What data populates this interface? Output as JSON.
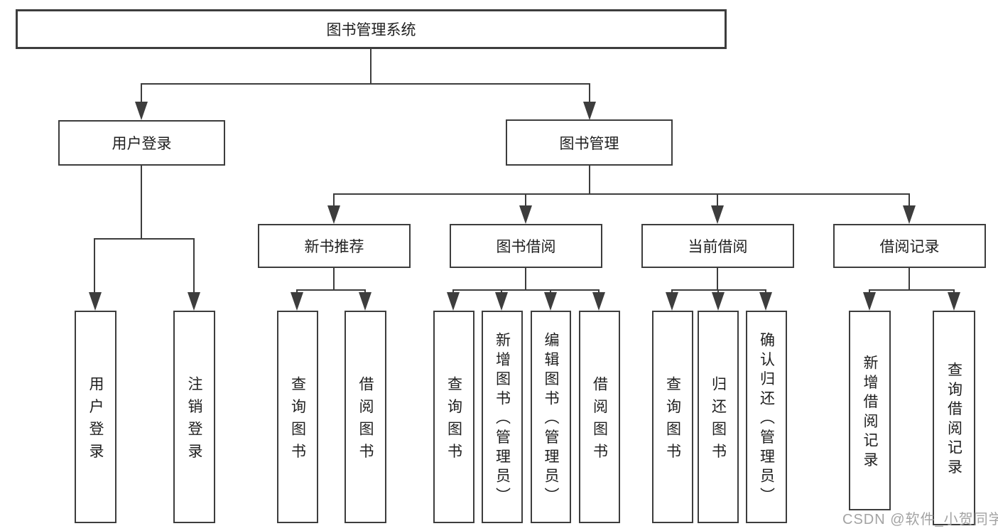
{
  "diagram": {
    "nodes": {
      "root": "图书管理系统",
      "user_login": "用户登录",
      "book_mgmt": "图书管理",
      "leaf_login": "用户登录",
      "leaf_logout": "注销登录",
      "new_book": "新书推荐",
      "book_borrow": "图书借阅",
      "current_borrow": "当前借阅",
      "borrow_record": "借阅记录",
      "nb_query": "查询图书",
      "nb_borrow": "借阅图书",
      "bw_query": "查询图书",
      "bw_add": "新增图书（管理员）",
      "bw_edit": "编辑图书（管理员）",
      "bw_borrow": "借阅图书",
      "cu_query": "查询图书",
      "cu_return": "归还图书",
      "cu_confirm": "确认归还（管理员）",
      "rc_add": "新增借阅记录",
      "rc_query": "查询借阅记录"
    },
    "hierarchy": {
      "图书管理系统": {
        "用户登录": [
          "用户登录",
          "注销登录"
        ],
        "图书管理": {
          "新书推荐": [
            "查询图书",
            "借阅图书"
          ],
          "图书借阅": [
            "查询图书",
            "新增图书（管理员）",
            "编辑图书（管理员）",
            "借阅图书"
          ],
          "当前借阅": [
            "查询图书",
            "归还图书",
            "确认归还（管理员）"
          ],
          "借阅记录": [
            "新增借阅记录",
            "查询借阅记录"
          ]
        }
      }
    }
  },
  "watermark": {
    "text": "CSDN @软件_小贺同学"
  },
  "colors": {
    "line-color": "#3d3d3d",
    "text-color": "#1f1f1f",
    "box-bg": "#ffffff",
    "page-bg": "#ffffff",
    "watermark-color": "#a3a3a3"
  }
}
